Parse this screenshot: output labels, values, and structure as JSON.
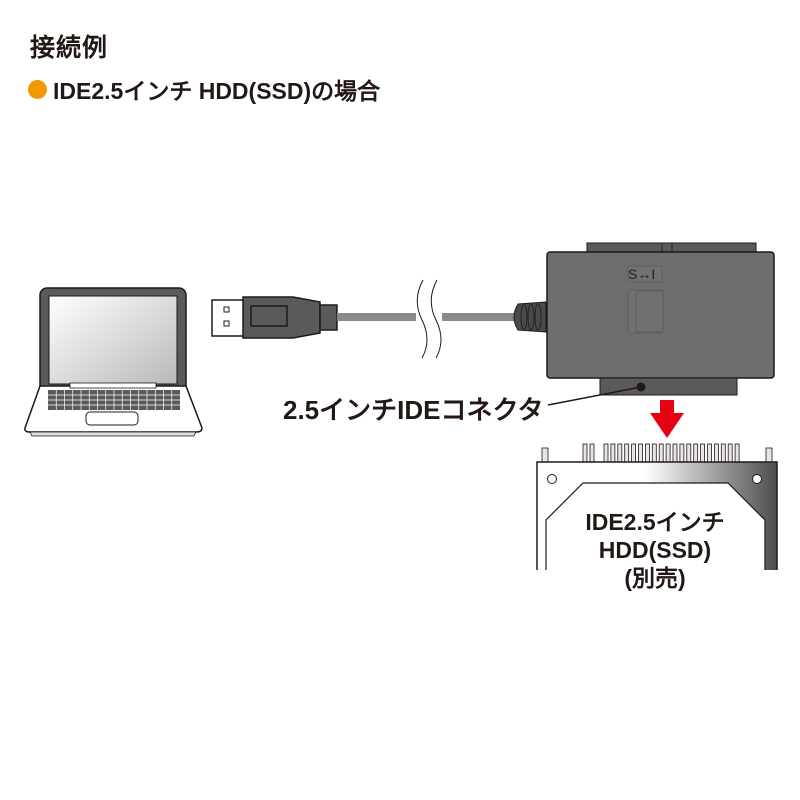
{
  "header": {
    "title": "接続例",
    "subtitle": "IDE2.5インチ HDD(SSD)の場合",
    "bullet_color": "#f39800"
  },
  "diagram": {
    "laptop": {
      "icon": "laptop-icon"
    },
    "usb_cable": {
      "icon": "usb-cable-icon"
    },
    "adapter": {
      "icon": "adapter-icon",
      "switch_label": "S↔I",
      "body_color": "#6e6e6e"
    },
    "callout_label": "2.5インチIDEコネクタ",
    "arrow": {
      "icon": "arrow-down-icon",
      "color": "#e60012"
    },
    "hdd": {
      "icon": "hdd-icon",
      "label_line1": "IDE2.5インチHDD(SSD)",
      "label_line2": "(別売)"
    }
  }
}
